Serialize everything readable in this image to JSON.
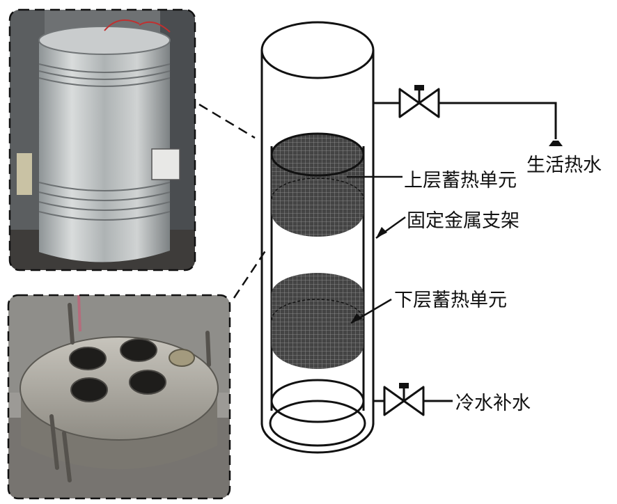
{
  "labels": {
    "hot_water": "生活热水",
    "upper_unit": "上层蓄热单元",
    "support": "固定金属支架",
    "lower_unit": "下层蓄热单元",
    "cold_makeup": "冷水补水"
  },
  "colors": {
    "line": "#111111",
    "mesh_fill": "#3a3a3a",
    "photo_bg_top": "#7d7f80",
    "photo_bg_bottom": "#8a8a86"
  },
  "icons": {
    "valve_top": "valve-icon",
    "valve_bottom": "valve-icon",
    "shower": "shower-head-icon"
  }
}
